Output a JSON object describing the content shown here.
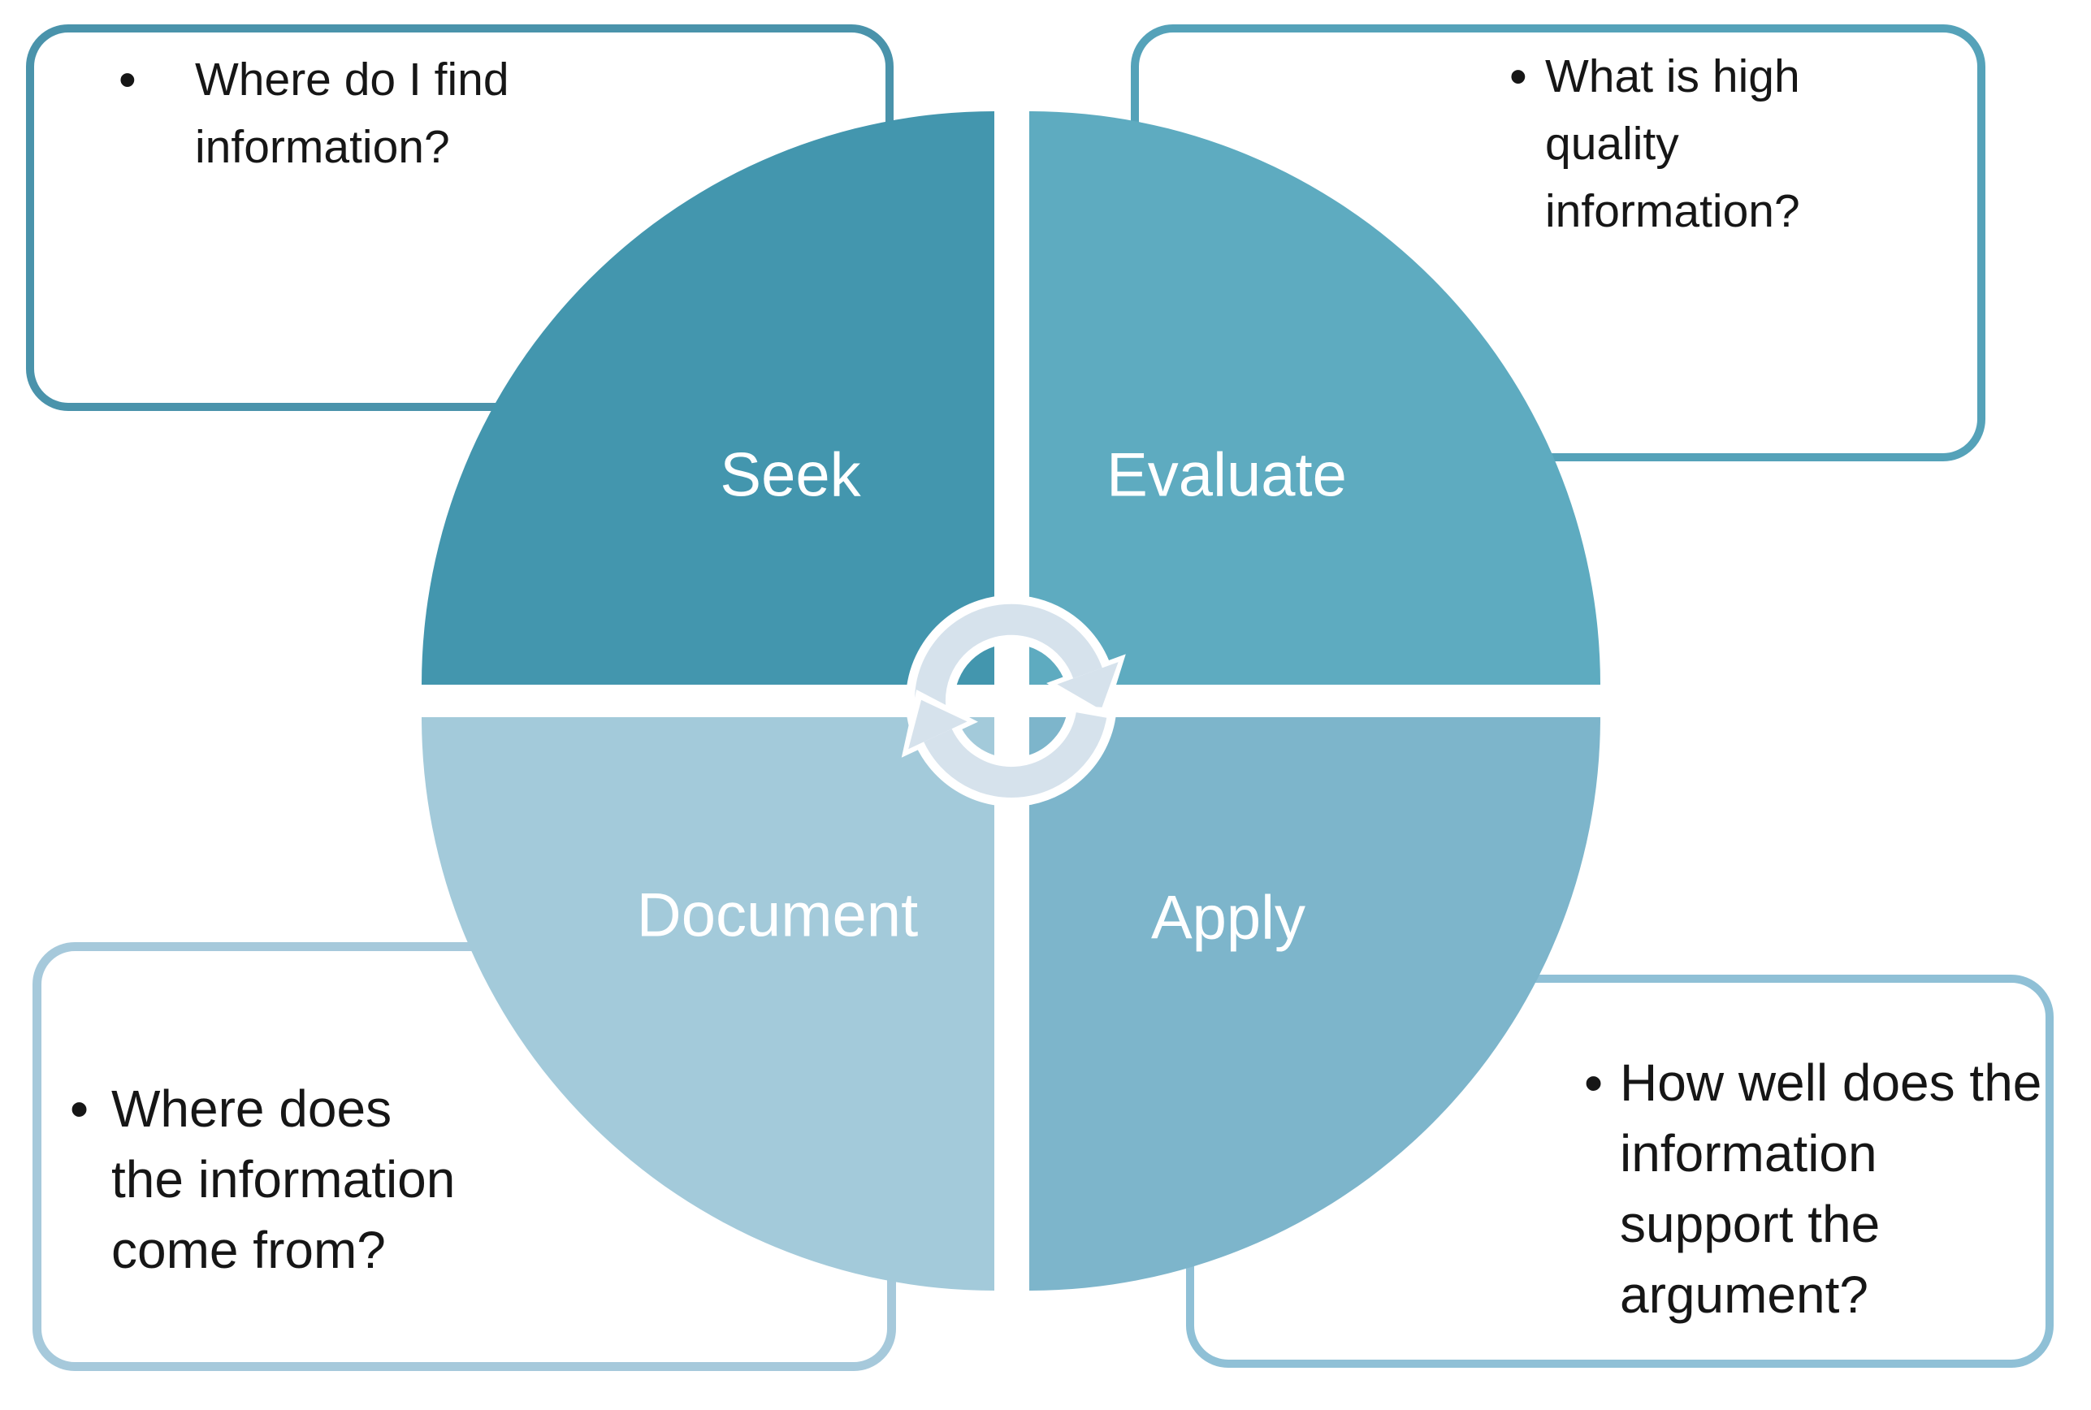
{
  "diagram": {
    "type": "cycle-diagram",
    "bullet": "•",
    "quadrants": [
      {
        "name": "seek",
        "label": "Seek",
        "color": "#4396ae"
      },
      {
        "name": "evaluate",
        "label": "Evaluate",
        "color": "#5eabc0"
      },
      {
        "name": "document",
        "label": "Document",
        "color": "#a3cada"
      },
      {
        "name": "apply",
        "label": "Apply",
        "color": "#7db5cb"
      }
    ],
    "callouts": [
      {
        "position": "top-left",
        "border_color": "#4a93ab",
        "lines": [
          "Where do I find",
          "information?"
        ]
      },
      {
        "position": "top-right",
        "border_color": "#55a2b9",
        "lines": [
          "What is high",
          "quality",
          "information?"
        ]
      },
      {
        "position": "bottom-left",
        "border_color": "#a6c9db",
        "lines": [
          "Where does",
          "the information",
          "come from?"
        ]
      },
      {
        "position": "bottom-right",
        "border_color": "#8fc0d6",
        "lines": [
          "How well does the",
          "information",
          "support the",
          "argument?"
        ]
      }
    ],
    "arrows": {
      "direction": "clockwise",
      "fill": "#d6e2ec",
      "outline": "#ffffff"
    },
    "label_color": "#ffffff",
    "text_color": "#161616"
  }
}
